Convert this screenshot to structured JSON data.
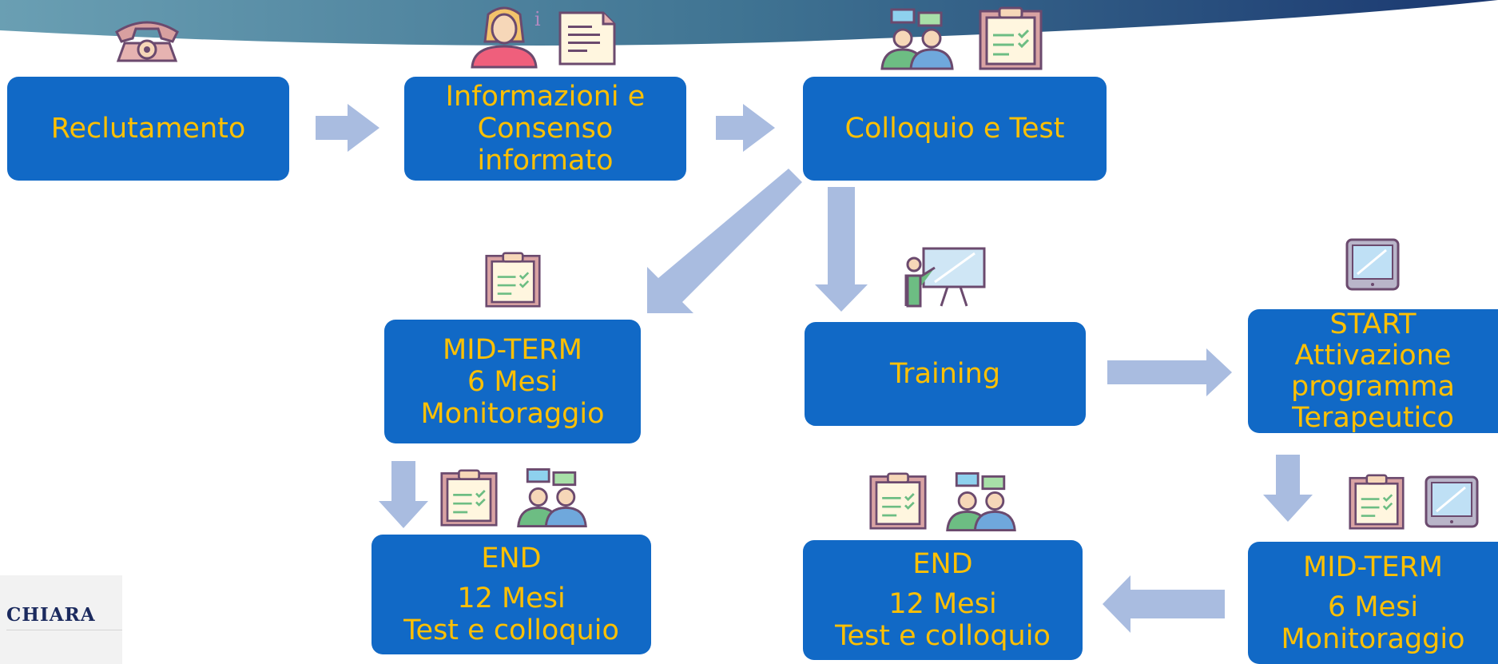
{
  "steps": {
    "reclutamento": "Reclutamento",
    "informazioni": [
      "Informazioni e",
      "Consenso",
      "informato"
    ],
    "colloquio": "Colloquio e Test",
    "midterm_left": [
      "MID-TERM",
      "6 Mesi",
      "Monitoraggio"
    ],
    "training": "Training",
    "start": [
      "START",
      "Attivazione",
      "programma",
      "Terapeutico"
    ],
    "end_left": [
      "END",
      "12 Mesi",
      "Test e colloquio"
    ],
    "end_middle": [
      "END",
      "12 Mesi",
      "Test e colloquio"
    ],
    "midterm_right": [
      "MID-TERM",
      "6 Mesi",
      "Monitoraggio"
    ]
  },
  "logo": {
    "text": "CHIARA"
  },
  "icons": {
    "telephone": "telephone-icon",
    "person": "woman-info-icon",
    "document": "document-icon",
    "meeting": "two-people-chat-icon",
    "clipboard": "clipboard-checklist-icon",
    "presentation": "presentation-board-icon",
    "tablet": "tablet-icon"
  },
  "colors": {
    "box_fill": "#1169c6",
    "box_text": "#ffc000",
    "arrow": "#a9bce0",
    "banner_dark": "#1d3e7a",
    "banner_light": "#5c8da8"
  }
}
